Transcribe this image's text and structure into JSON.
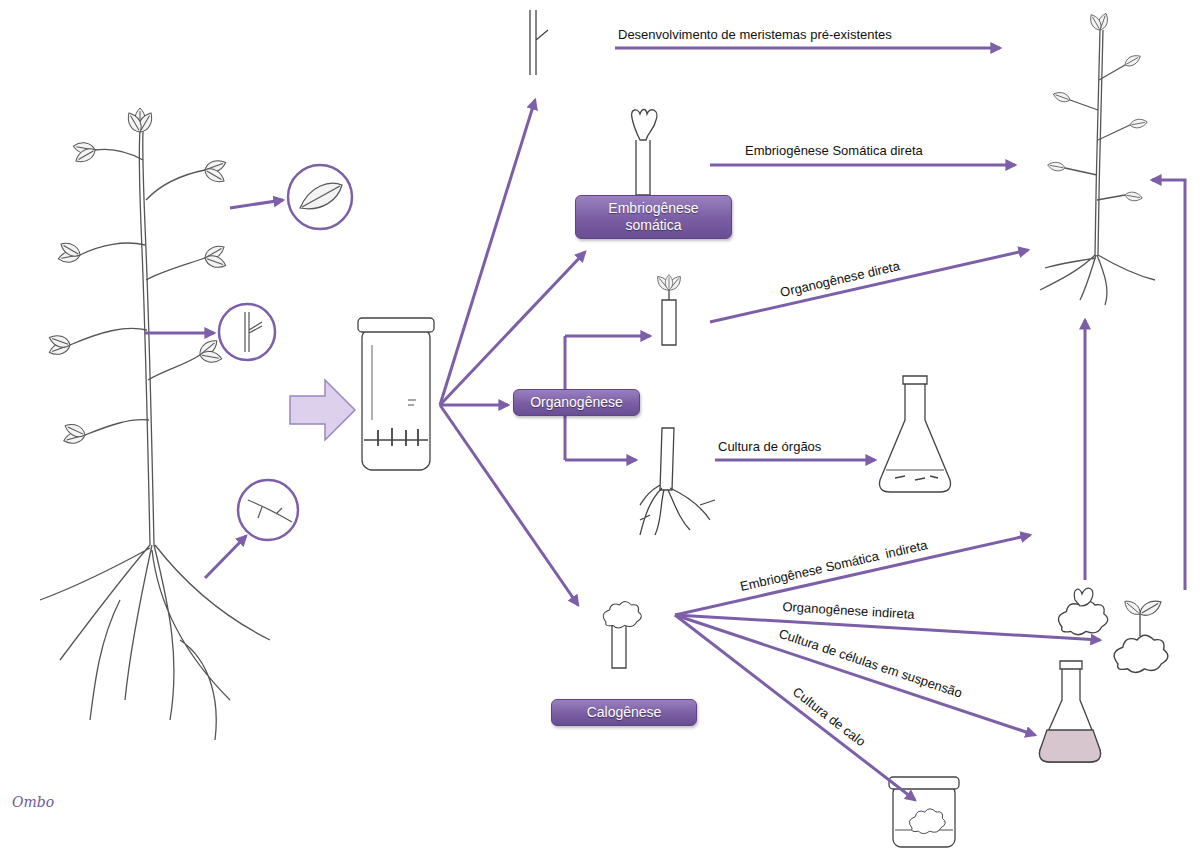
{
  "diagram": {
    "nodes": [
      {
        "text": [
          "Embriogênese somática"
        ]
      },
      {
        "text": [
          "Organogênese"
        ]
      },
      {
        "text": [
          "Calogênese"
        ]
      }
    ],
    "labels": [
      "Desenvolvimento de meristemas pré-existentes",
      "Embriogênese Somática direta",
      "Organogênese direta",
      "Cultura de órgãos",
      "Embriogênese Somática  indireta",
      "Organogênese indireta",
      "Cultura de células em suspensão",
      "Cultura de calo",
      "Ombo"
    ]
  }
}
